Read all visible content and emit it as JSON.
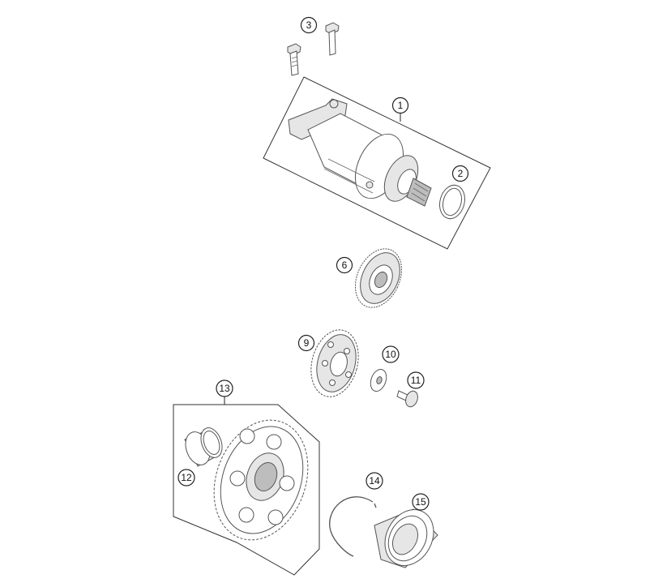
{
  "callouts": {
    "c1": "1",
    "c2": "2",
    "c3": "3",
    "c6": "6",
    "c9": "9",
    "c10": "10",
    "c11": "11",
    "c12": "12",
    "c13": "13",
    "c14": "14",
    "c15": "15"
  }
}
